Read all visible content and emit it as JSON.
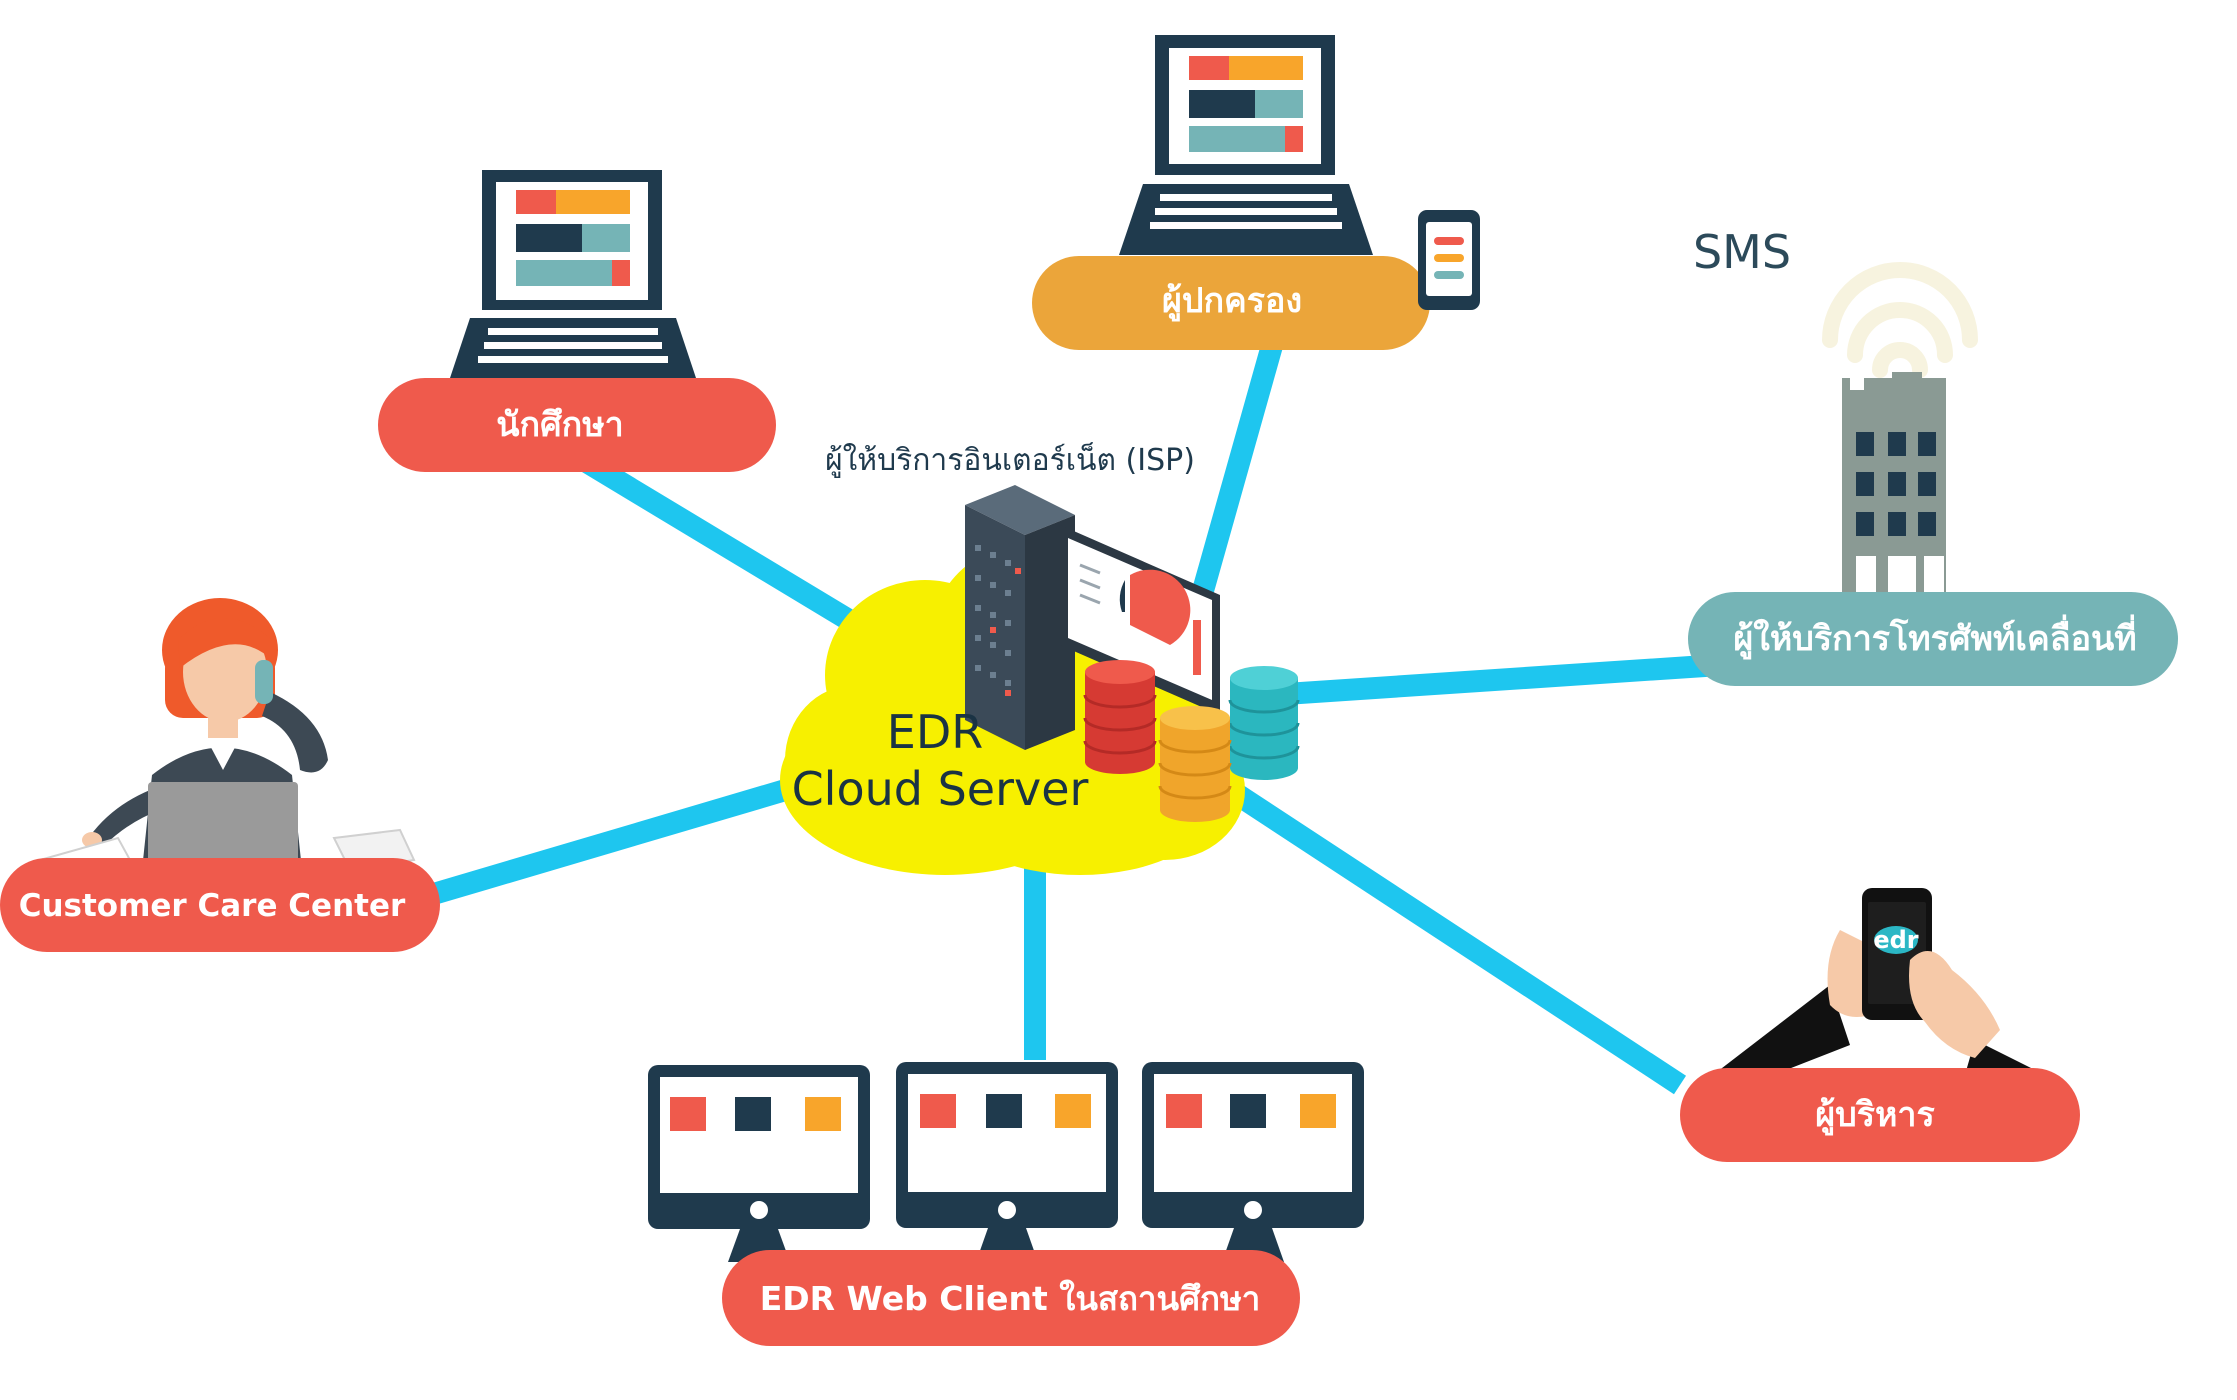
{
  "center": {
    "line1": "EDR",
    "line2": "Cloud Server",
    "isp_label": "ผู้ให้บริการอินเตอร์เน็ต (ISP)"
  },
  "nodes": {
    "students": {
      "label": "นักศึกษา"
    },
    "parents": {
      "label": "ผู้ปกครอง"
    },
    "mobile_operator": {
      "label": "ผู้ให้บริการโทรศัพท์เคลื่อนที่",
      "sms_label": "SMS"
    },
    "customer_care": {
      "label": "Customer Care Center"
    },
    "executives": {
      "label": "ผู้บริหาร",
      "phone_logo": "edr"
    },
    "web_client": {
      "label": "EDR Web Client ในสถานศึกษา"
    }
  },
  "colors": {
    "connector": "#1ec6ef",
    "pill_red": "#ef5a4c",
    "pill_orange": "#eba53a",
    "pill_teal": "#75b4b6",
    "cloud": "#f7f000",
    "navy": "#1f3a4d",
    "server_text": "#1a3344"
  }
}
